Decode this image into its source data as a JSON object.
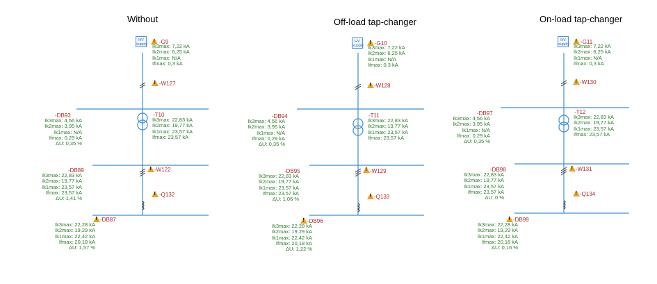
{
  "panels": [
    {
      "title": "Without",
      "hv": "HV supply",
      "source": {
        "id": "-G9",
        "lines": [
          "Ik3max: 7,22 kA",
          "Ik2max: 6,25 kA",
          "Ik1max: N/A",
          "Ifmax: 0,3 kA"
        ]
      },
      "cable1": "-W127",
      "transformer": {
        "id": "-T10",
        "lines": [
          "Ik3max: 22,83 kA",
          "Ik2max: 19,77 kA",
          "Ik1max: 23,57 kA",
          "Ifmax: 23,57 kA"
        ]
      },
      "busbar1": {
        "id": "-DB93",
        "lines": [
          "Ik3max: 4,56 kA",
          "Ik2max: 3,95 kA",
          "Ik1max: N/A",
          "Ifmax: 0,29 kA",
          "ΔU: 0,35 %"
        ]
      },
      "cable2": "-W122",
      "busbar2": {
        "id": "-DB89",
        "lines": [
          "Ik3max: 22,83 kA",
          "Ik2max: 19,77 kA",
          "Ik1max: 23,57 kA",
          "Ifmax: 23,57 kA",
          "ΔU: 1,41 %"
        ]
      },
      "breaker": "-Q132",
      "busbar3": {
        "id": "-DB87",
        "lines": [
          "Ik3max: 22,28 kA",
          "Ik2max: 19,29 kA",
          "Ik1max: 22,42 kA",
          "Ifmax: 20,18 kA",
          "ΔU: 1,57 %"
        ]
      }
    },
    {
      "title": "Off-load tap-changer",
      "hv": "HV supply",
      "source": {
        "id": "-G10",
        "lines": [
          "Ik3max: 7,22 kA",
          "Ik2max: 6,25 kA",
          "Ik1max: N/A",
          "Ifmax: 0,3 kA"
        ]
      },
      "cable1": "-W128",
      "transformer": {
        "id": "-T11",
        "lines": [
          "Ik3max: 22,83 kA",
          "Ik2max: 19,77 kA",
          "Ik1max: 23,57 kA",
          "Ifmax: 23,57 kA"
        ]
      },
      "busbar1": {
        "id": "-DB94",
        "lines": [
          "Ik3max: 4,56 kA",
          "Ik2max: 3,95 kA",
          "Ik1max: N/A",
          "Ifmax: 0,29 kA",
          "ΔU: 0,35 %"
        ]
      },
      "cable2": "-W129",
      "busbar2": {
        "id": "-DB95",
        "lines": [
          "Ik3max: 22,83 kA",
          "Ik2max: 19,77 kA",
          "Ik1max: 23,57 kA",
          "Ifmax: 23,57 kA",
          "ΔU: 1,06 %"
        ]
      },
      "breaker": "-Q133",
      "busbar3": {
        "id": "-DB96",
        "lines": [
          "Ik3max: 22,28 kA",
          "Ik2max: 19,29 kA",
          "Ik1max: 22,42 kA",
          "Ifmax: 20,18 kA",
          "ΔU: 1,22 %"
        ]
      }
    },
    {
      "title": "On-load tap-changer",
      "hv": "HV supply",
      "source": {
        "id": "-G11",
        "lines": [
          "Ik3max: 7,22 kA",
          "Ik2max: 6,25 kA",
          "Ik1max: N/A",
          "Ifmax: 0,3 kA"
        ]
      },
      "cable1": "-W130",
      "transformer": {
        "id": "-T12",
        "lines": [
          "Ik3max: 22,83 kA",
          "Ik2max: 19,77 kA",
          "Ik1max: 23,57 kA",
          "Ifmax: 23,57 kA"
        ]
      },
      "busbar1": {
        "id": "-DB97",
        "lines": [
          "Ik3max: 4,56 kA",
          "Ik2max: 3,95 kA",
          "Ik1max: N/A",
          "Ifmax: 0,29 kA",
          "ΔU: 0,35 %"
        ]
      },
      "cable2": "-W131",
      "busbar2": {
        "id": "-DB98",
        "lines": [
          "Ik3max: 22,83 kA",
          "Ik2max: 19,77 kA",
          "Ik1max: 23,57 kA",
          "Ifmax: 23,57 kA",
          "ΔU: 0 %"
        ]
      },
      "breaker": "-Q134",
      "busbar3": {
        "id": "-DB99",
        "lines": [
          "Ik3max: 22,28 kA",
          "Ik2max: 19,29 kA",
          "Ik1max: 22,42 kA",
          "Ifmax: 20,18 kA",
          "ΔU: 0,16 %"
        ]
      }
    }
  ]
}
